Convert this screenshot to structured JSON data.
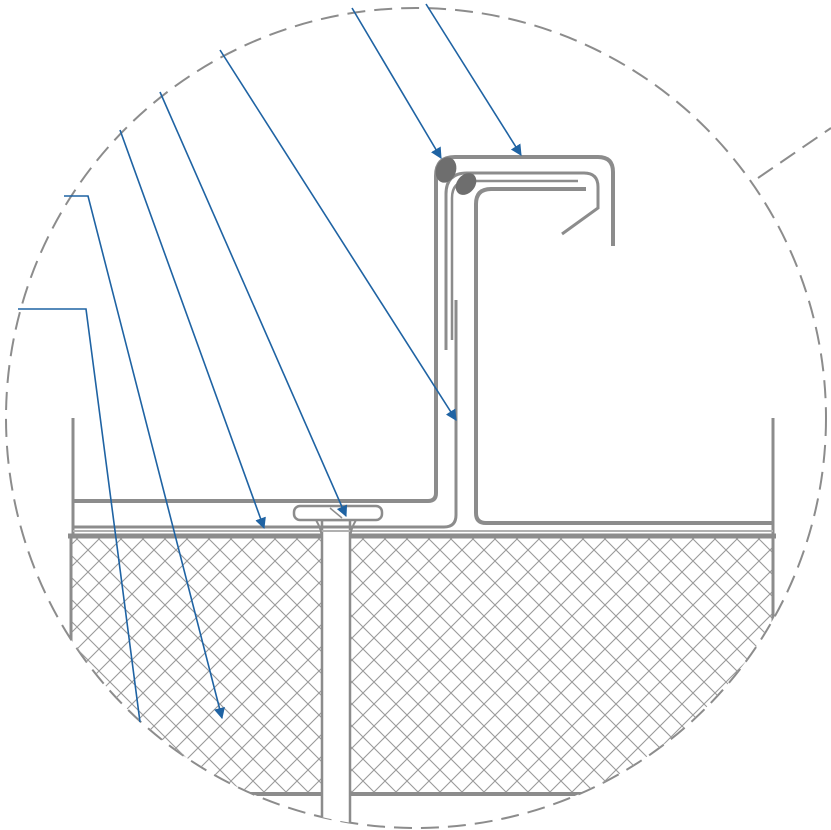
{
  "diagram": {
    "kind": "roof-seam-detail-callout",
    "labels": [],
    "colors": {
      "leader": "#1f63a3",
      "outline": "#8c8c8c",
      "hatch": "#9a9a9a",
      "seam_bead": "#6e6e6e",
      "background": "#ffffff"
    },
    "leader_count": 8,
    "components": [
      "detail-circle",
      "standing-seam-profile",
      "flat-panel-left",
      "flat-panel-right",
      "separating-membrane",
      "insulation-layer",
      "fastener-screw",
      "seam-sealant-beads"
    ]
  }
}
